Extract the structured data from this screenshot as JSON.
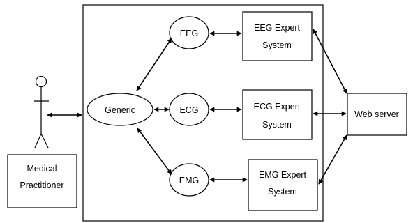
{
  "labels": {
    "actor_line1": "Medical",
    "actor_line2": "Practitioner",
    "generic": "Generic",
    "eeg": "EEG",
    "ecg": "ECG",
    "emg": "EMG",
    "eeg_sys_line1": "EEG Expert",
    "eeg_sys_line2": "System",
    "ecg_sys_line1": "ECG Expert",
    "ecg_sys_line2": "System",
    "emg_sys_line1": "EMG Expert",
    "emg_sys_line2": "System",
    "webserver": "Web server"
  },
  "colors": {
    "stroke": "#000000",
    "fill": "#ffffff",
    "text": "#000000"
  }
}
